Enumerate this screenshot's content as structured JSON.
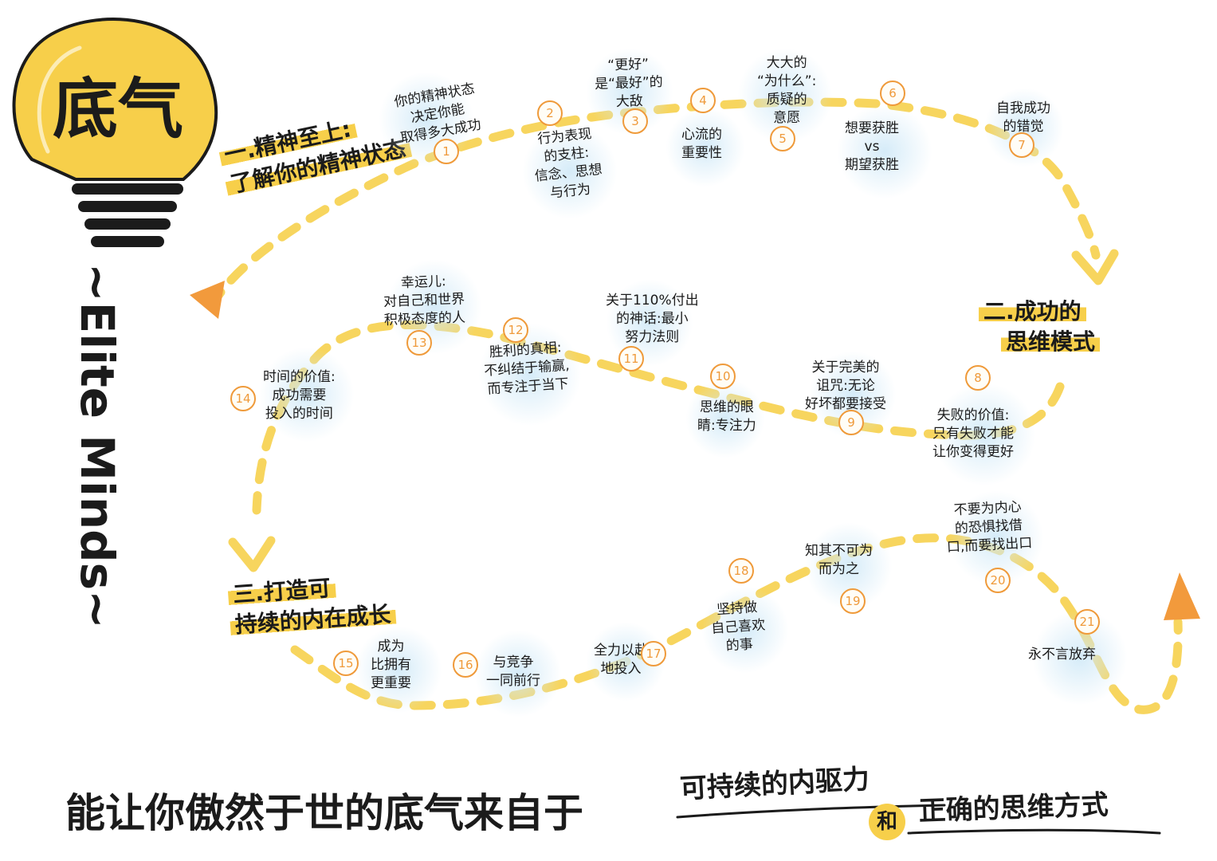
{
  "title": {
    "bulb": "底气",
    "vertical": "~Elite Minds~"
  },
  "sections": [
    {
      "line1": "一.精神至上:",
      "line2": "了解你的精神状态"
    },
    {
      "line1": "二.成功的",
      "line2": "思维模式"
    },
    {
      "line1": "三.打造可",
      "line2": "持续的内在成长"
    }
  ],
  "nodes": [
    {
      "num": "1",
      "lines": [
        "你的精神状态",
        "决定你能",
        "取得多大成功"
      ]
    },
    {
      "num": "2",
      "lines": [
        "行为表现",
        "的支柱:",
        "信念、思想",
        "与行为"
      ]
    },
    {
      "num": "3",
      "lines": [
        "“更好”",
        "是“最好”的",
        "大敌"
      ]
    },
    {
      "num": "4",
      "lines": [
        "心流的",
        "重要性"
      ]
    },
    {
      "num": "5",
      "lines": [
        "大大的",
        "“为什么”:",
        "质疑的",
        "意愿"
      ]
    },
    {
      "num": "6",
      "lines": [
        "想要获胜",
        "vs",
        "期望获胜"
      ]
    },
    {
      "num": "7",
      "lines": [
        "自我成功",
        "的错觉"
      ]
    },
    {
      "num": "8",
      "lines": [
        "失败的价值:",
        "只有失败才能",
        "让你变得更好"
      ]
    },
    {
      "num": "9",
      "lines": [
        "关于完美的",
        "诅咒:无论",
        "好坏都要接受"
      ]
    },
    {
      "num": "10",
      "lines": [
        "思维的眼",
        "睛:专注力"
      ]
    },
    {
      "num": "11",
      "lines": [
        "关于110%付出",
        "的神话:最小",
        "努力法则"
      ]
    },
    {
      "num": "12",
      "lines": [
        "胜利的真相:",
        "不纠结于输赢,",
        "而专注于当下"
      ]
    },
    {
      "num": "13",
      "lines": [
        "幸运儿:",
        "对自己和世界",
        "积极态度的人"
      ]
    },
    {
      "num": "14",
      "lines": [
        "时间的价值:",
        "成功需要",
        "投入的时间"
      ]
    },
    {
      "num": "15",
      "lines": [
        "成为",
        "比拥有",
        "更重要"
      ]
    },
    {
      "num": "16",
      "lines": [
        "与竞争",
        "一同前行"
      ]
    },
    {
      "num": "17",
      "lines": [
        "全力以赴",
        "地投入"
      ]
    },
    {
      "num": "18",
      "lines": [
        "坚持做",
        "自己喜欢",
        "的事"
      ]
    },
    {
      "num": "19",
      "lines": [
        "知其不可为",
        "而为之"
      ]
    },
    {
      "num": "20",
      "lines": [
        "不要为内心",
        "的恐惧找借",
        "口,而要找出口"
      ]
    },
    {
      "num": "21",
      "lines": [
        "永不言放弃"
      ]
    }
  ],
  "footer": {
    "main": "能让你傲然于世的底气来自于",
    "part1": "可持续的内驱力",
    "connector": "和",
    "part2": "正确的思维方式"
  },
  "colors": {
    "accent_yellow": "#f7cf4a",
    "path_yellow": "#f7d55e",
    "number_orange": "#ef9a3a",
    "arrow_orange": "#f29a3c",
    "blob_blue": "#cfe7f6",
    "ink": "#1b1b1b"
  }
}
